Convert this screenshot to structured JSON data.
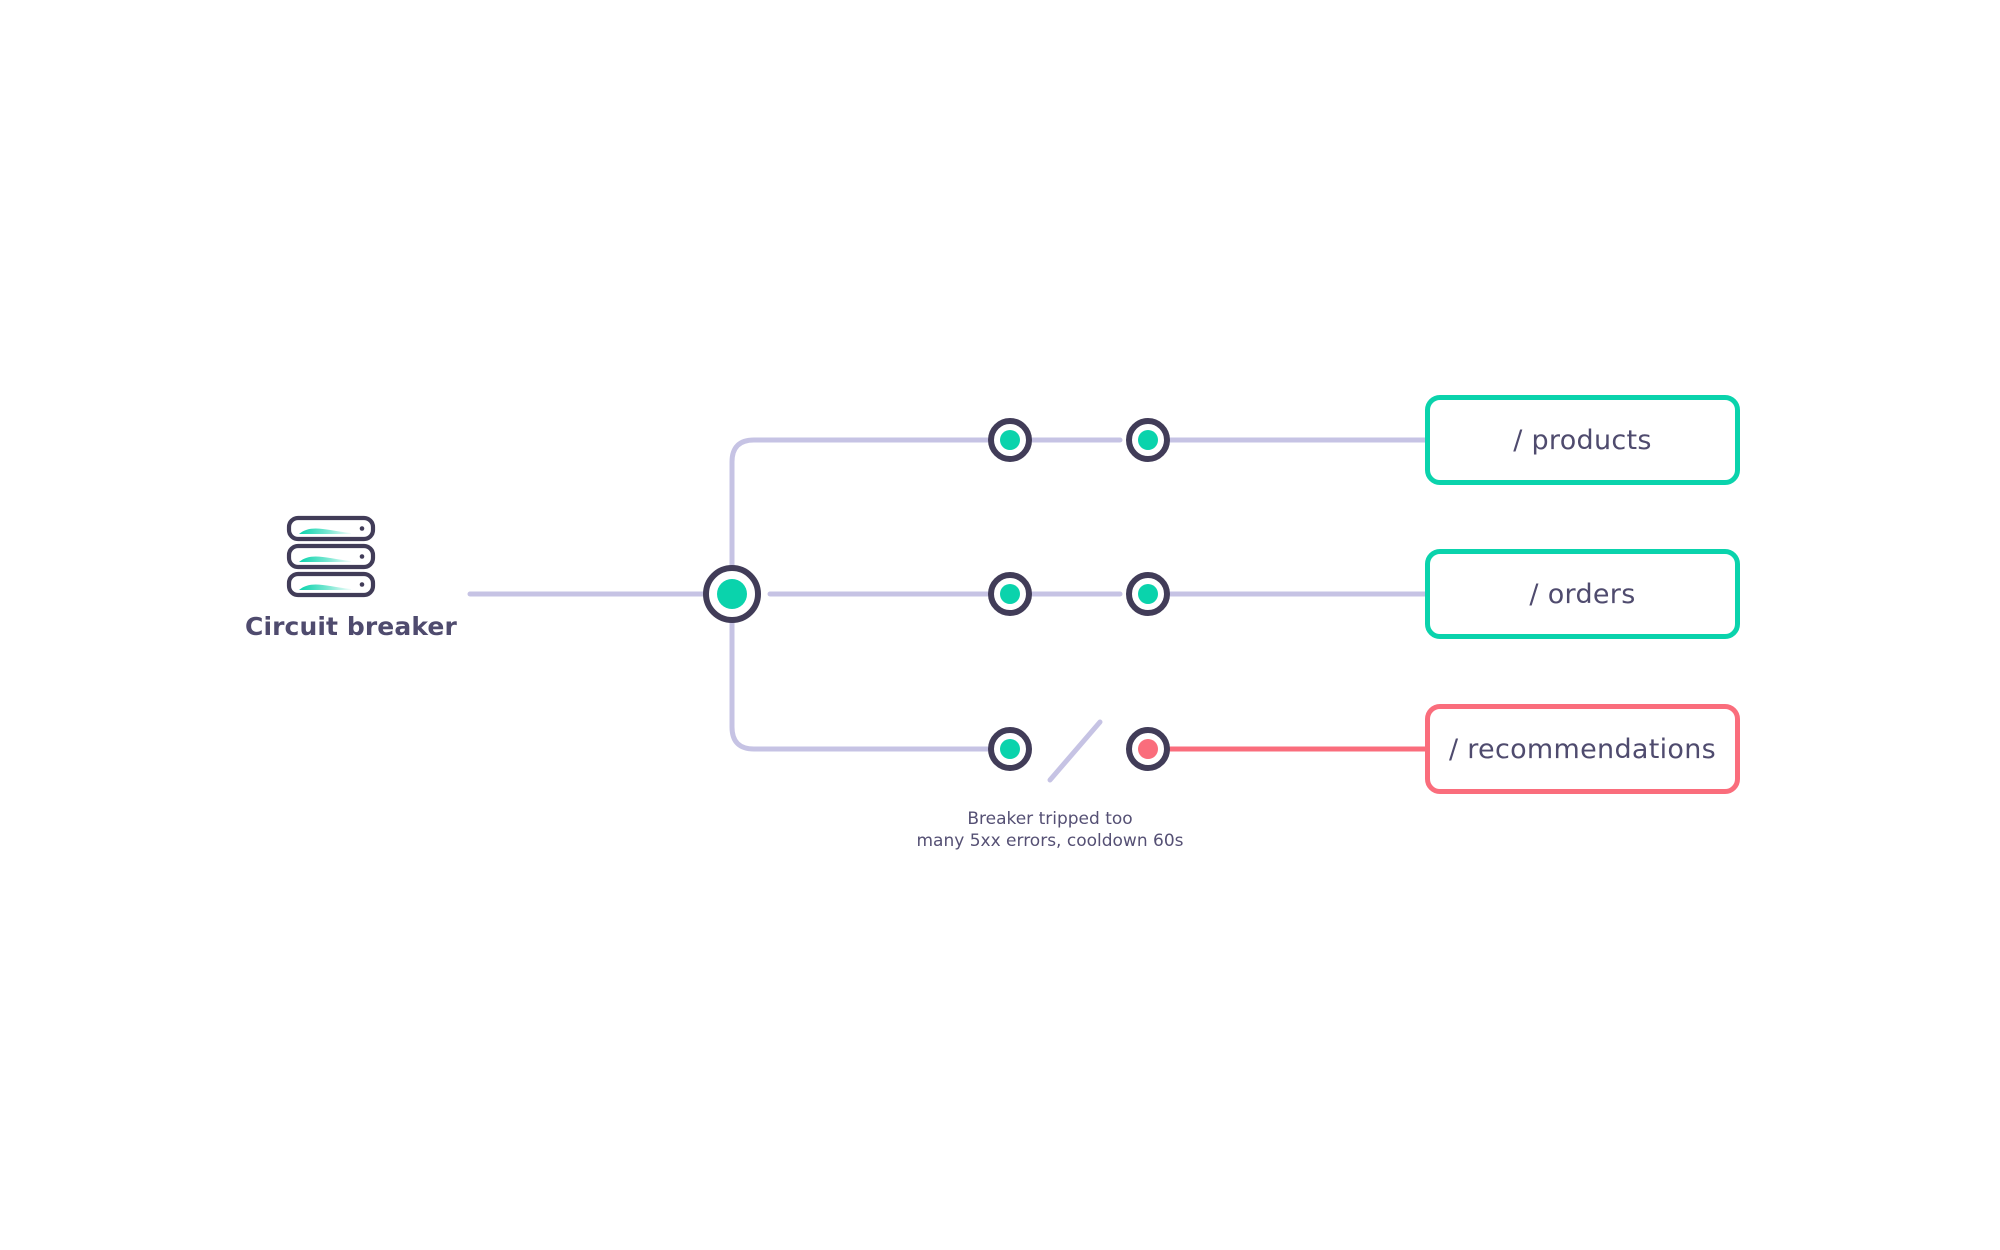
{
  "diagram": {
    "title_node": {
      "label": "Circuit breaker",
      "icon": "server-stack-icon",
      "slots": 3
    },
    "hub": {
      "icon": "hub-node-icon",
      "state": "healthy"
    },
    "colors": {
      "teal": "#0ad3ac",
      "red": "#fa6d7c",
      "wire": "#c6c3e4",
      "ink": "#413c58",
      "label": "#4f4b6e"
    },
    "routes": [
      {
        "endpoint": "/ products",
        "status": "ok",
        "nodes": [
          {
            "name": "probe-node",
            "state": "healthy"
          },
          {
            "name": "upstream-node",
            "state": "healthy"
          }
        ],
        "link_broken": false
      },
      {
        "endpoint": "/ orders",
        "status": "ok",
        "nodes": [
          {
            "name": "probe-node",
            "state": "healthy"
          },
          {
            "name": "upstream-node",
            "state": "healthy"
          }
        ],
        "link_broken": false
      },
      {
        "endpoint": "/ recommendations",
        "status": "failed",
        "nodes": [
          {
            "name": "probe-node",
            "state": "healthy"
          },
          {
            "name": "upstream-node",
            "state": "failed"
          }
        ],
        "link_broken": true
      }
    ],
    "caption": {
      "line1": "Breaker tripped too",
      "line2": "many 5xx errors, cooldown 60s"
    }
  }
}
